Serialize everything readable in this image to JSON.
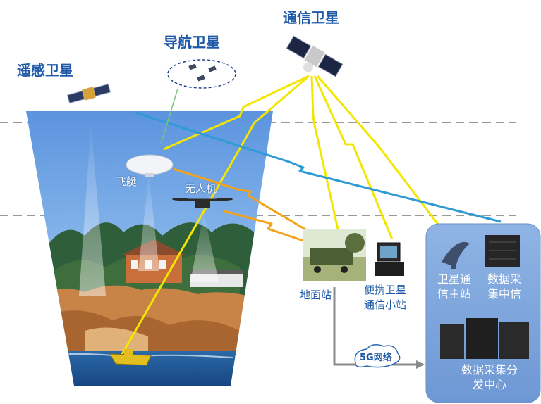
{
  "satellites": {
    "remote_sensing": "遥感卫星",
    "navigation": "导航卫星",
    "communication": "通信卫星"
  },
  "platforms": {
    "airship": "飞艇",
    "drone": "无人机"
  },
  "ground": {
    "ground_station": "地面站",
    "portable_station": "便携卫星\n通信小站"
  },
  "center": {
    "sat_main_station": "卫星通\n信主站",
    "data_center_small": "数据采\n集中信",
    "data_distribution": "数据采集分\n发中心"
  },
  "network": {
    "link_5g": "5G网络"
  },
  "colors": {
    "title_blue": "#1f5aa8",
    "sky_blue": "#5c93d6",
    "center_panel": "#7fa8de",
    "link_yellow": "#f3e600",
    "link_orange": "#f5a21b",
    "link_blue": "#2e9bd6"
  }
}
